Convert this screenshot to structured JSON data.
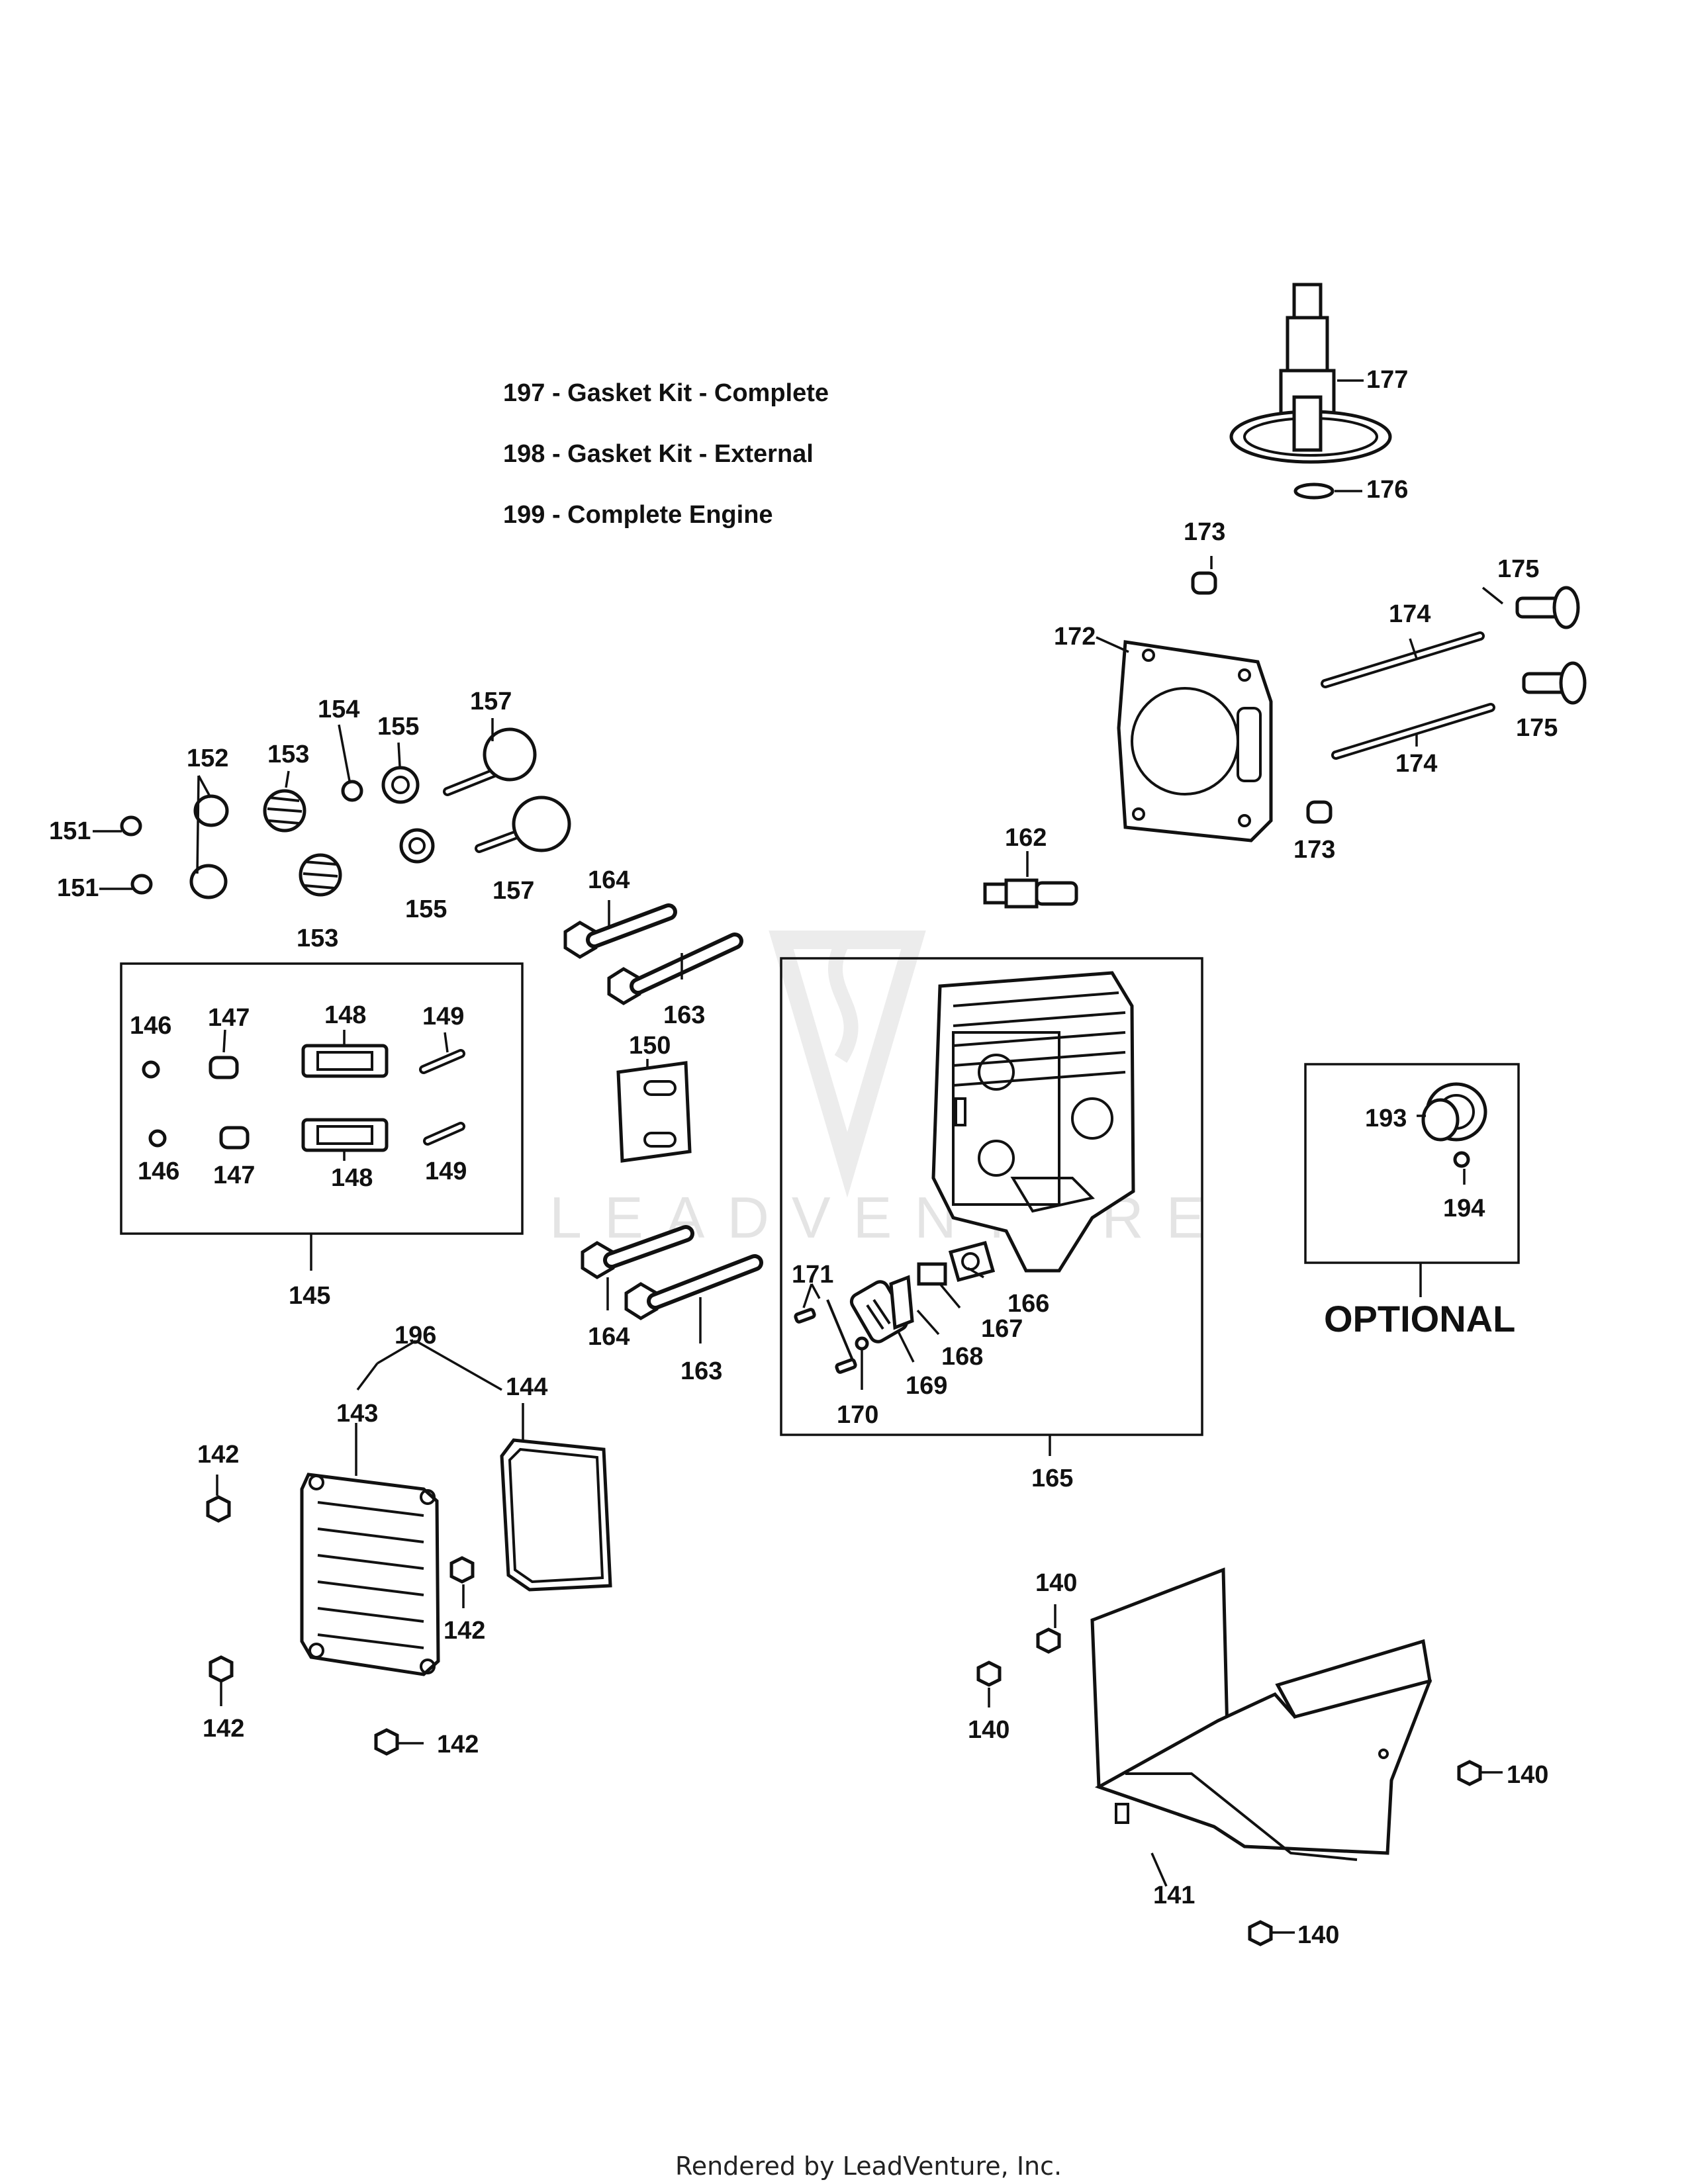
{
  "kit_notes": [
    "197 - Gasket Kit - Complete",
    "198 - Gasket Kit - External",
    "199 - Complete Engine"
  ],
  "callouts": {
    "c177": "177",
    "c176": "176",
    "c173a": "173",
    "c173b": "173",
    "c175a": "175",
    "c175b": "175",
    "c174a": "174",
    "c174b": "174",
    "c172": "172",
    "c162": "162",
    "c151a": "151",
    "c151b": "151",
    "c152": "152",
    "c153a": "153",
    "c153b": "153",
    "c154": "154",
    "c155a": "155",
    "c155b": "155",
    "c157a": "157",
    "c157b": "157",
    "c164a": "164",
    "c164b": "164",
    "c163a": "163",
    "c163b": "163",
    "c150": "150",
    "c146a": "146",
    "c146b": "146",
    "c147a": "147",
    "c147b": "147",
    "c148a": "148",
    "c148b": "148",
    "c149a": "149",
    "c149b": "149",
    "c145": "145",
    "c171": "171",
    "c166": "166",
    "c167": "167",
    "c168": "168",
    "c169": "169",
    "c170": "170",
    "c165": "165",
    "c193": "193",
    "c194": "194",
    "c196": "196",
    "c143": "143",
    "c144": "144",
    "c142a": "142",
    "c142b": "142",
    "c142c": "142",
    "c142d": "142",
    "c140a": "140",
    "c140b": "140",
    "c140c": "140",
    "c140d": "140",
    "c141": "141"
  },
  "optional_label": "OPTIONAL",
  "watermark": "LEADVENTURE",
  "footer": "Rendered by LeadVenture, Inc."
}
